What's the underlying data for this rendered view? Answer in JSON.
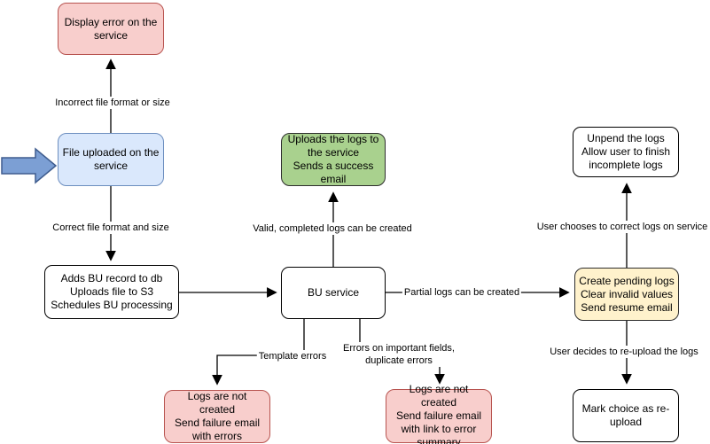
{
  "diagram_type": "flowchart",
  "colors": {
    "node_pink_fill": "#F8CECC",
    "node_pink_stroke": "#B85450",
    "node_blue_fill": "#DAE8FC",
    "node_blue_stroke": "#6C8EBF",
    "node_green_fill": "#A9D18E",
    "node_yellow_fill": "#FFF2CC",
    "node_white_fill": "#FFFFFF",
    "edge_stroke": "#000000",
    "pointer_fill": "#7C9FD4",
    "pointer_stroke": "#3E5C8E"
  },
  "nodes": {
    "display_error": {
      "lines": [
        "Display error on the",
        "service"
      ]
    },
    "file_uploaded": {
      "lines": [
        "File uploaded on the",
        "service"
      ]
    },
    "adds_bu": {
      "lines": [
        "Adds BU record to db",
        "Uploads file to S3",
        "Schedules BU processing"
      ]
    },
    "bu_service": {
      "lines": [
        "BU service"
      ]
    },
    "uploads_logs": {
      "lines": [
        "Uploads the logs to",
        "the service",
        "Sends a success",
        "email"
      ]
    },
    "unpend": {
      "lines": [
        "Unpend the logs",
        "Allow user to finish",
        "incomplete logs"
      ]
    },
    "create_pending": {
      "lines": [
        "Create pending logs",
        "Clear invalid values",
        "Send resume email"
      ]
    },
    "mark_choice": {
      "lines": [
        "Mark choice as re-",
        "upload"
      ]
    },
    "fail_template": {
      "lines": [
        "Logs are not created",
        "Send failure email",
        "with errors"
      ]
    },
    "fail_fields": {
      "lines": [
        "Logs are not created",
        "Send failure email",
        "with link to error",
        "summary"
      ]
    }
  },
  "edge_labels": {
    "incorrect_format": "Incorrect file format or size",
    "correct_format": "Correct file format and size",
    "valid_logs": "Valid, completed logs can be created",
    "partial_logs": "Partial logs can be created",
    "user_corrects": "User chooses to correct logs on service",
    "user_reuploads": "User decides to re-upload the logs",
    "template_errors": "Template errors",
    "field_errors_line1": "Errors on important fields,",
    "field_errors_line2": "duplicate errors"
  }
}
